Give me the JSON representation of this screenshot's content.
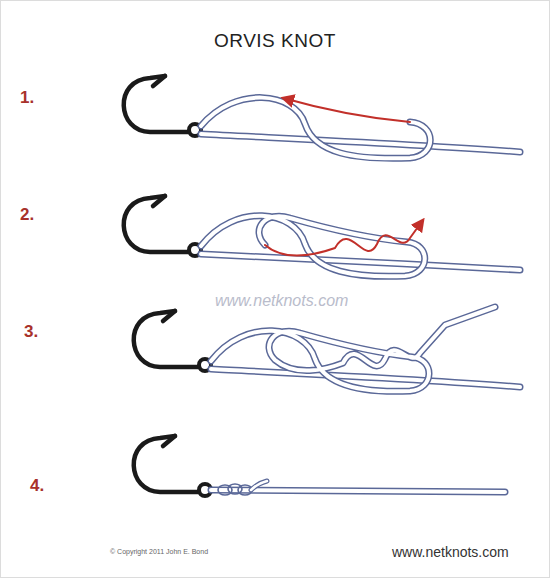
{
  "diagram": {
    "title": "ORVIS KNOT",
    "labels": [
      "1.",
      "2.",
      "3.",
      "www.netknots.com",
      "4.",
      "© Copyright 2011 John E. Bond",
      "www.netknots.com"
    ]
  }
}
